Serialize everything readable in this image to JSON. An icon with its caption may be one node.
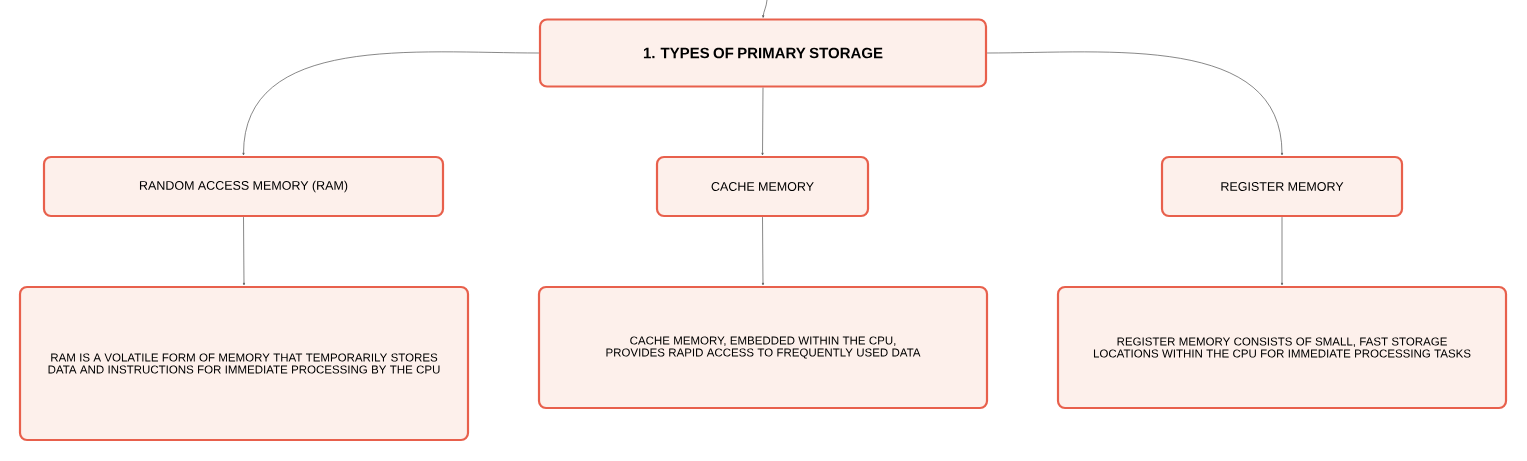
{
  "diagram": {
    "nodes": [
      {
        "text": [
          "1. TYPES OF PRIMARY STORAGE"
        ]
      },
      {
        "text": [
          "RANDOM ACCESS MEMORY (RAM)"
        ]
      },
      {
        "text": [
          "CACHE MEMORY"
        ]
      },
      {
        "text": [
          "REGISTER MEMORY"
        ]
      },
      {
        "text": [
          "RAM IS A VOLATILE FORM OF MEMORY THAT TEMPORARILY STORES DATA AND INSTRUCTIONS FOR IMMEDIATE PROCESSING BY THE CPU"
        ]
      },
      {
        "text": [
          "CACHE MEMORY, EMBEDDED WITHIN THE CPU, PROVIDES RAPID ACCESS TO FREQUENTLY USED DATA"
        ]
      },
      {
        "text": [
          "REGISTER MEMORY CONSISTS OF SMALL, FAST STORAGE LOCATIONS WITHIN THE CPU FOR IMMEDIATE PROCESSING TASKS"
        ]
      }
    ],
    "edges": [
      {
        "from": null,
        "to": 0,
        "arrow": "to"
      },
      {
        "from": 0,
        "to": 1,
        "arrow": "to"
      },
      {
        "from": 0,
        "to": 2,
        "arrow": "to"
      },
      {
        "from": 0,
        "to": 3,
        "arrow": "to"
      },
      {
        "from": 1,
        "to": 4,
        "arrow": "to"
      },
      {
        "from": 2,
        "to": 5,
        "arrow": "to"
      },
      {
        "from": 3,
        "to": 6,
        "arrow": "to"
      }
    ]
  }
}
